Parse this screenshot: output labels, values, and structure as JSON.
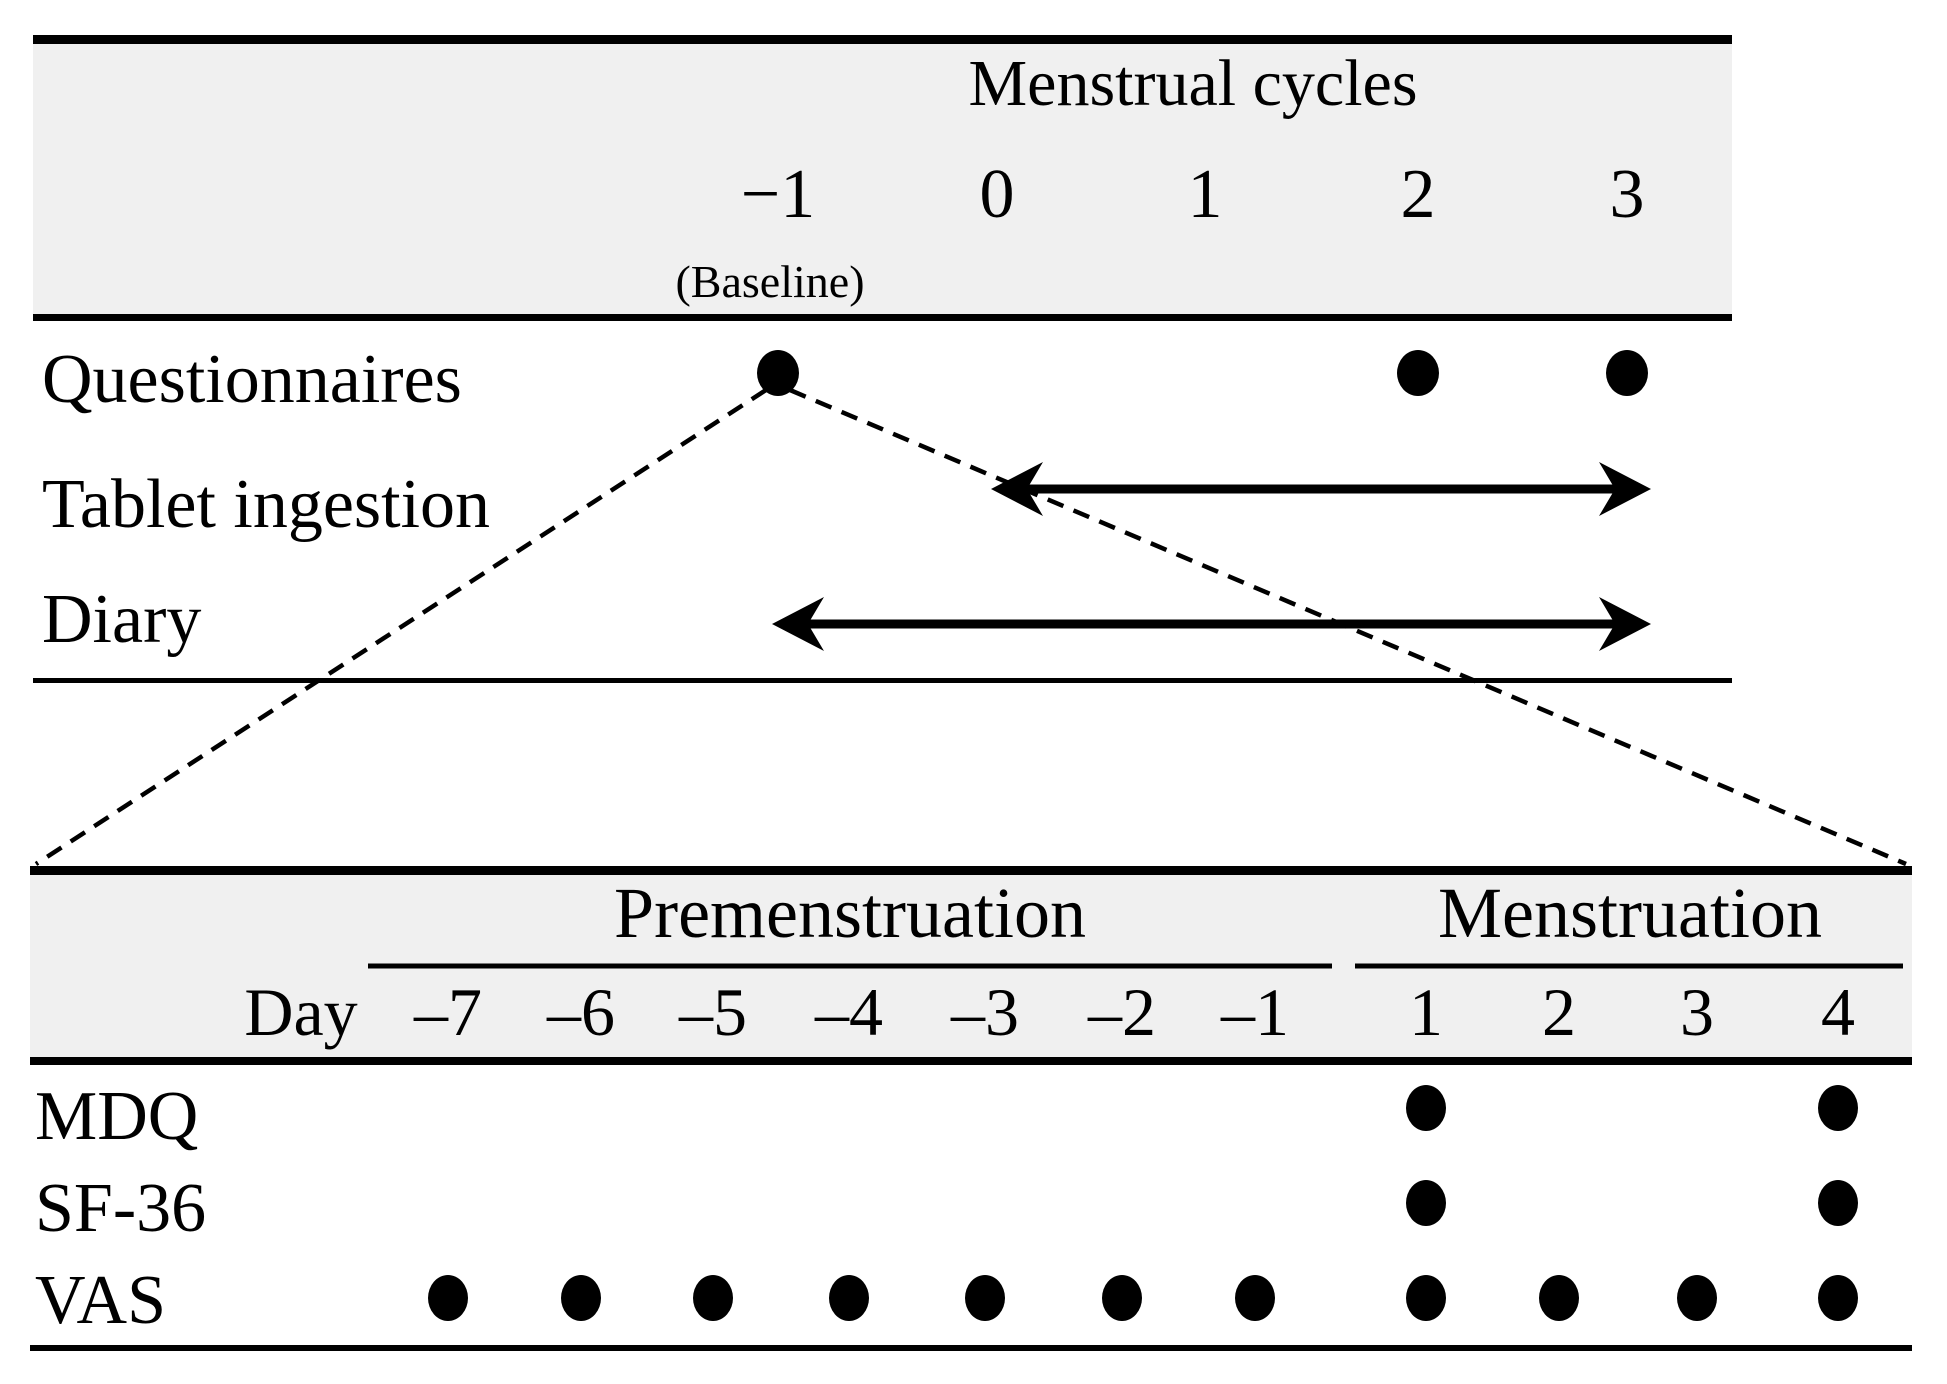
{
  "colors": {
    "background": "#ffffff",
    "header_band": "#f0f0f0",
    "ink": "#000000"
  },
  "top_table": {
    "title": "Menstrual cycles",
    "cycle_labels": [
      "−1",
      "0",
      "1",
      "2",
      "3"
    ],
    "baseline_note": "(Baseline)",
    "rows": [
      {
        "label": "Questionnaires",
        "type": "dots",
        "dot_cycles": [
          "−1",
          "2",
          "3"
        ]
      },
      {
        "label": "Tablet ingestion",
        "type": "arrow",
        "arrow_from_cycle": "0",
        "arrow_to_cycle": "3"
      },
      {
        "label": "Diary",
        "type": "arrow",
        "arrow_from_cycle": "−1",
        "arrow_to_cycle": "3"
      }
    ]
  },
  "bottom_table": {
    "day_header": "Day",
    "sections": [
      {
        "label": "Premenstruation",
        "days": [
          "–7",
          "–6",
          "–5",
          "–4",
          "–3",
          "–2",
          "–1"
        ]
      },
      {
        "label": "Menstruation",
        "days": [
          "1",
          "2",
          "3",
          "4"
        ]
      }
    ],
    "rows": [
      {
        "label": "MDQ",
        "dot_days": [
          "1",
          "4"
        ]
      },
      {
        "label": "SF-36",
        "dot_days": [
          "1",
          "4"
        ]
      },
      {
        "label": "VAS",
        "dot_days": [
          "–7",
          "–6",
          "–5",
          "–4",
          "–3",
          "–2",
          "–1",
          "1",
          "2",
          "3",
          "4"
        ]
      }
    ]
  }
}
